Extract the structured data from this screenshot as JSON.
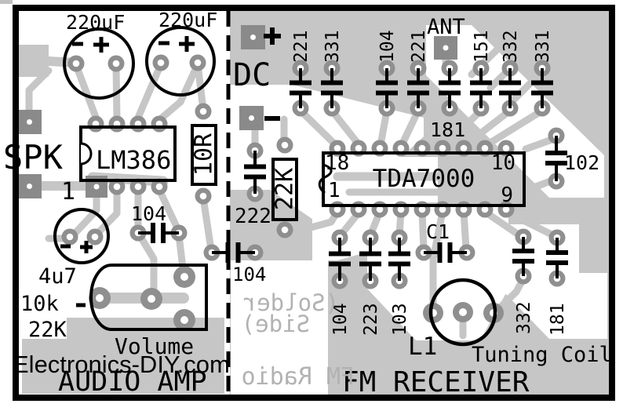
{
  "board": {
    "audio": {
      "cap1_label": "220uF",
      "cap2_label": "220uF",
      "spk": "SPK",
      "ic": "LM386",
      "r1": "10R",
      "pin1": "1",
      "c104": "104",
      "c4u7": "4u7",
      "r10k": "10k",
      "r22k": "22K",
      "volume": "Volume",
      "site": "Electronics-DIY.com",
      "title": "AUDIO AMP",
      "plus": "+",
      "minus": "-"
    },
    "fm": {
      "dc": "DC",
      "c222": "222",
      "r22k": "22K",
      "bridge104": "104",
      "top_caps": [
        "221",
        "331",
        "104",
        "221",
        "151",
        "332",
        "331"
      ],
      "ant": "ANT",
      "c181": "181",
      "ic": "TDA7000",
      "pin18": "18",
      "pin1": "1",
      "pin10": "10",
      "pin9": "9",
      "c102": "102",
      "c1": "C1",
      "bottom_caps": [
        "104",
        "223",
        "103"
      ],
      "right_caps": [
        "332",
        "181"
      ],
      "l1": "L1",
      "tuning": "Tuning Coil",
      "title": "FM RECEIVER"
    },
    "mirror": {
      "line1": "(Solder",
      "line2": "Side)",
      "line3": "FM Radio"
    },
    "colors": {
      "copper": "#c6c6c6",
      "pad": "#8f8f8f",
      "square_pad": "#8a8a8a",
      "silkscreen": "#000000",
      "mirror_text": "#b2b2b2"
    }
  }
}
